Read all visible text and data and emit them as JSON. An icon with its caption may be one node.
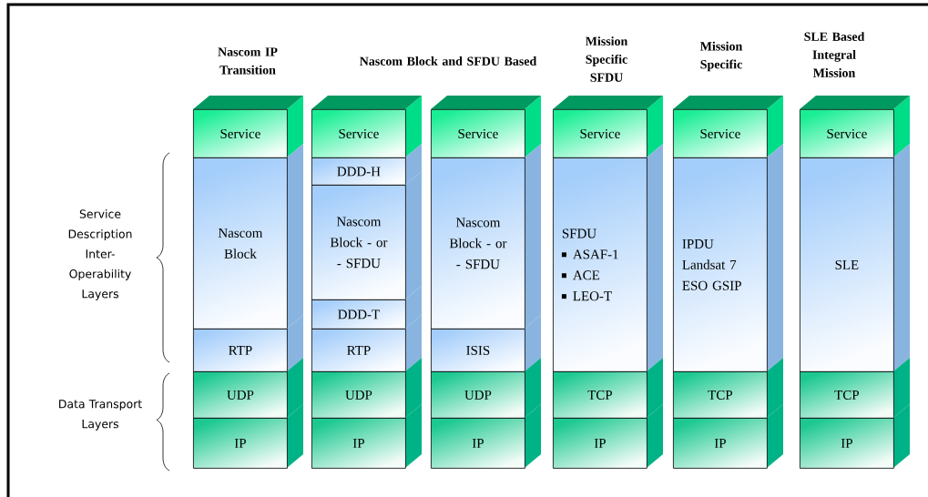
{
  "diagram": {
    "nodes": [
      {
        "text": [
          "Service"
        ]
      },
      {
        "text": [
          "Nascom Block"
        ]
      },
      {
        "text": [
          "RTP"
        ]
      },
      {
        "text": [
          "UDP"
        ]
      },
      {
        "text": [
          "IP"
        ]
      },
      {
        "text": [
          "Service"
        ]
      },
      {
        "text": [
          "DDD-H"
        ]
      },
      {
        "text": [
          "Nascom Block - or - SFDU"
        ]
      },
      {
        "text": [
          "DDD-T"
        ]
      },
      {
        "text": [
          "RTP"
        ]
      },
      {
        "text": [
          "UDP"
        ]
      },
      {
        "text": [
          "IP"
        ]
      },
      {
        "text": [
          "Service"
        ]
      },
      {
        "text": [
          "Nascom Block - or - SFDU"
        ]
      },
      {
        "text": [
          "ISIS"
        ]
      },
      {
        "text": [
          "UDP"
        ]
      },
      {
        "text": [
          "IP"
        ]
      },
      {
        "text": [
          "Service"
        ]
      },
      {
        "text": [
          "SFDU",
          "ASAF-1",
          "ACE",
          "LEO-T"
        ]
      },
      {
        "text": [
          "TCP"
        ]
      },
      {
        "text": [
          "IP"
        ]
      },
      {
        "text": [
          "Service"
        ]
      },
      {
        "text": [
          "IPDU",
          "Landsat 7",
          "ESO GSIP"
        ]
      },
      {
        "text": [
          "TCP"
        ]
      },
      {
        "text": [
          "IP"
        ]
      },
      {
        "text": [
          "Service"
        ]
      },
      {
        "text": [
          "SLE"
        ]
      },
      {
        "text": [
          "TCP"
        ]
      },
      {
        "text": [
          "IP"
        ]
      }
    ],
    "labels": [
      "Nascom IP Transition",
      "Nascom Block and SFDU Based",
      "Mission Specific SFDU",
      "Mission Specific",
      "SLE Based Integral Mission",
      "Service Description Inter-Operability Layers",
      "Data Transport Layers"
    ]
  }
}
